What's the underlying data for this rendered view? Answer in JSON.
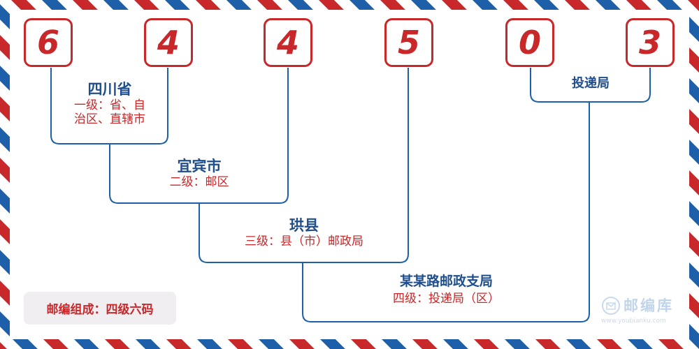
{
  "postal_code": {
    "digits": [
      "6",
      "4",
      "4",
      "5",
      "0",
      "3"
    ]
  },
  "levels": {
    "province": {
      "name": "四川省",
      "desc_line1": "一级：省、自",
      "desc_line2": "治区、直辖市"
    },
    "city": {
      "name": "宜宾市",
      "desc": "二级：邮区"
    },
    "county": {
      "name": "珙县",
      "desc": "三级：县（市）邮政局"
    },
    "branch": {
      "name": "某某路邮政支局",
      "desc": "四级：投递局（区）"
    },
    "delivery": {
      "name": "投递局"
    }
  },
  "composition": "邮编组成：四级六码",
  "watermark": {
    "name": "邮编库",
    "url": "www.youbianku.com"
  },
  "colors": {
    "red": "#c8282a",
    "blue": "#1f4e8c",
    "border_blue": "#1d5fa8"
  },
  "icons": [
    "envelope-icon"
  ]
}
